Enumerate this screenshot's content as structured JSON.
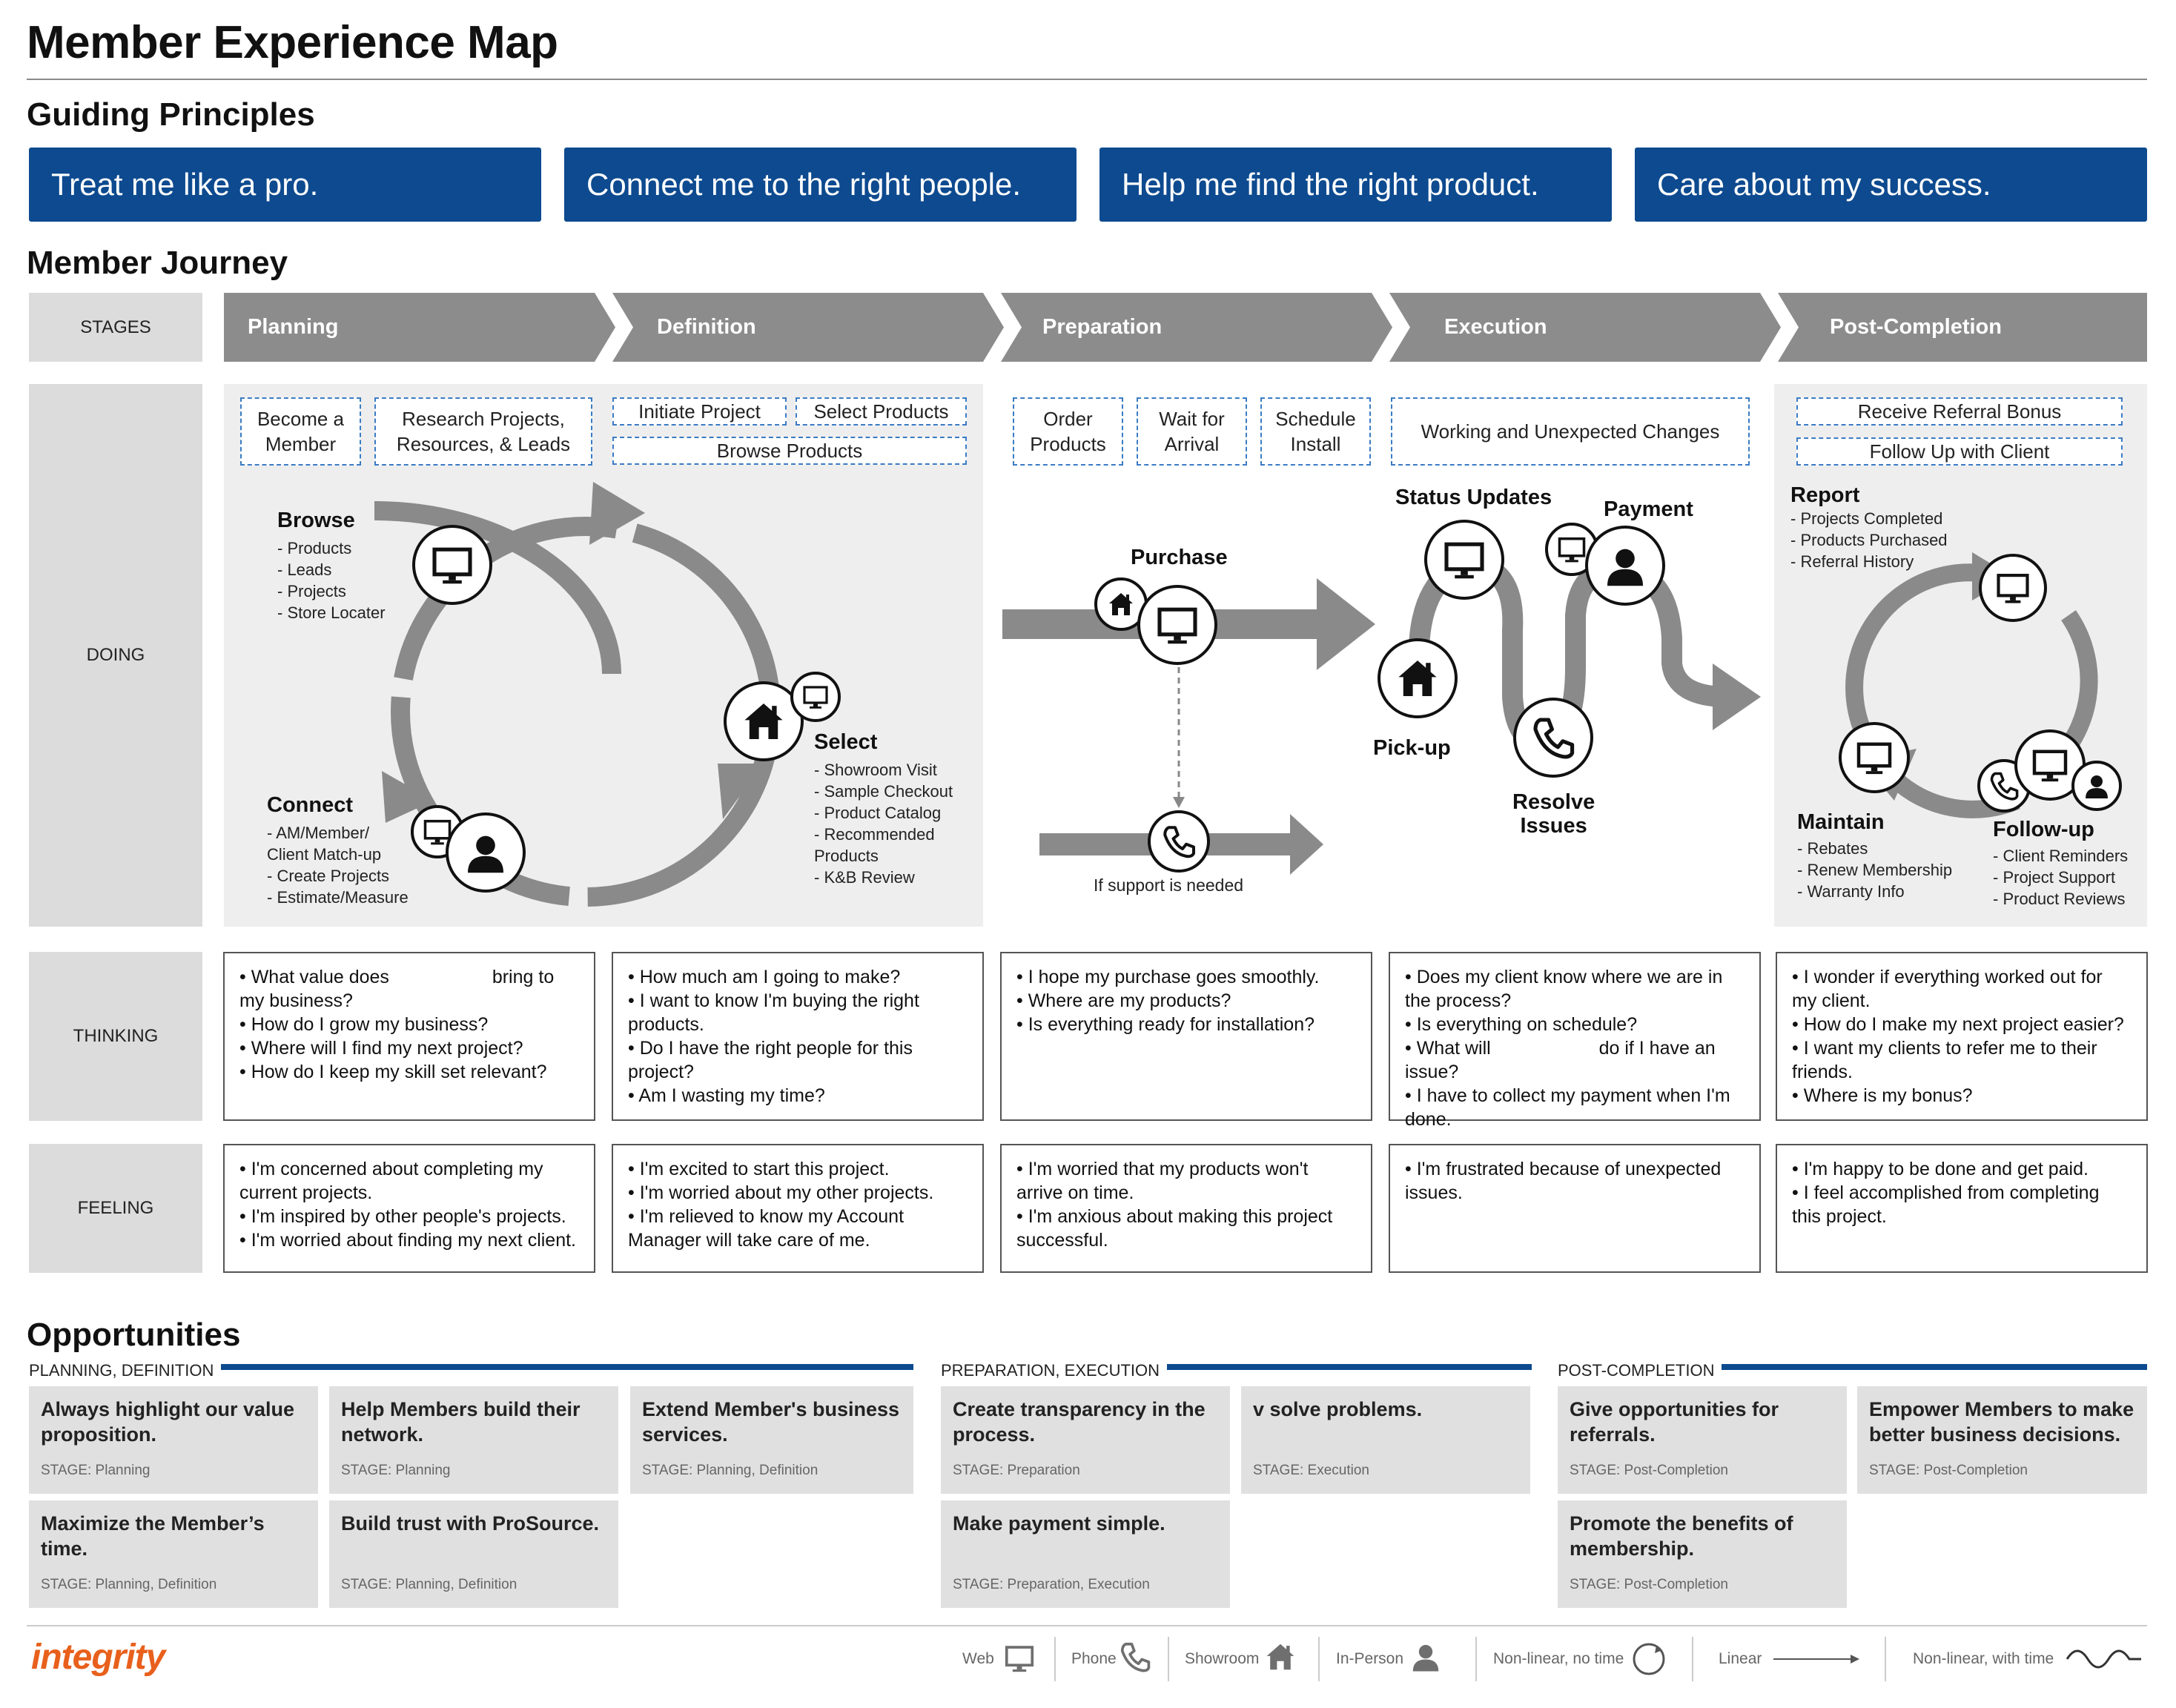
{
  "title": "Member Experience Map",
  "guiding_principles": {
    "heading": "Guiding Principles",
    "items": [
      "Treat me like a pro.",
      "Connect me to the right people.",
      "Help me find the right product.",
      "Care about my success."
    ]
  },
  "journey": {
    "heading": "Member Journey",
    "row_labels": {
      "stages": "STAGES",
      "doing": "DOING",
      "thinking": "THINKING",
      "feeling": "FEELING"
    },
    "stages": [
      "Planning",
      "Definition",
      "Preparation",
      "Execution",
      "Post-Completion"
    ],
    "doing_boxes": {
      "become_member": "Become a\nMember",
      "research": "Research Projects,\nResources, & Leads",
      "initiate": "Initiate Project",
      "select_products": "Select Products",
      "browse_products": "Browse Products",
      "order": "Order\nProducts",
      "wait": "Wait for\nArrival",
      "schedule": "Schedule\nInstall",
      "working": "Working and Unexpected Changes",
      "referral": "Receive Referral Bonus",
      "follow_up_client": "Follow Up with Client"
    },
    "planning_cycle": {
      "browse": {
        "title": "Browse",
        "items": [
          "- Products",
          "- Leads",
          "- Projects",
          "- Store Locater"
        ]
      },
      "select": {
        "title": "Select",
        "items": [
          "- Showroom Visit",
          "- Sample Checkout",
          "- Product Catalog",
          "- Recommended",
          "Products",
          "- K&B Review"
        ]
      },
      "connect": {
        "title": "Connect",
        "items": [
          "- AM/Member/",
          "Client Match-up",
          "- Create Projects",
          "- Estimate/Measure"
        ]
      }
    },
    "preparation": {
      "purchase": "Purchase",
      "support": "If support is needed"
    },
    "execution": {
      "status": "Status Updates",
      "payment": "Payment",
      "pickup": "Pick-up",
      "resolve": "Resolve\nIssues"
    },
    "post": {
      "report": {
        "title": "Report",
        "items": [
          "- Projects Completed",
          "- Products Purchased",
          "- Referral History"
        ]
      },
      "maintain": {
        "title": "Maintain",
        "items": [
          "- Rebates",
          "- Renew Membership",
          "- Warranty Info"
        ]
      },
      "followup": {
        "title": "Follow-up",
        "items": [
          "- Client Reminders",
          "- Project Support",
          "- Product Reviews"
        ]
      }
    },
    "thinking": [
      [
        "• What value does                    bring to my business?",
        "• How do I grow my business?",
        "• Where will I find my next project?",
        "• How do I keep my skill set relevant?"
      ],
      [
        "• How much am I going to make?",
        "• I want to know I'm buying the right products.",
        "• Do I have the right people for this project?",
        "• Am I wasting my time?"
      ],
      [
        "• I hope my purchase goes smoothly.",
        "• Where are my products?",
        "• Is everything ready for installation?"
      ],
      [
        "• Does my client know where we are in the process?",
        "• Is everything on schedule?",
        "• What will                     do if I have an issue?",
        "• I have to collect my payment when I'm done."
      ],
      [
        "• I wonder if everything worked out for my client.",
        "• How do I make my next project easier?",
        "• I want my clients to refer me to their friends.",
        "• Where is my bonus?"
      ]
    ],
    "feeling": [
      [
        "• I'm concerned about completing my current projects.",
        "• I'm inspired by other people's projects.",
        "• I'm worried about finding my next client."
      ],
      [
        "• I'm excited to start this project.",
        "• I'm worried about my other projects.",
        "• I'm relieved to know my Account Manager will take care of me."
      ],
      [
        "• I'm worried that my products won't arrive on time.",
        "• I'm anxious about making this project successful."
      ],
      [
        "• I'm frustrated because of unexpected issues."
      ],
      [
        "• I'm happy to be done and get paid.",
        "• I feel accomplished from completing this project."
      ]
    ]
  },
  "opportunities": {
    "heading": "Opportunities",
    "groups": [
      "PLANNING, DEFINITION",
      "PREPARATION, EXECUTION",
      "POST-COMPLETION"
    ],
    "cards": [
      {
        "title": "Always highlight our value proposition.",
        "stage": "STAGE: Planning"
      },
      {
        "title": "Help Members build their network.",
        "stage": "STAGE: Planning"
      },
      {
        "title": "Extend Member's business services.",
        "stage": "STAGE: Planning, Definition"
      },
      {
        "title": "Maximize the Member’s time.",
        "stage": "STAGE: Planning, Definition"
      },
      {
        "title": "Build trust with ProSource.",
        "stage": "STAGE: Planning, Definition"
      },
      {
        "title": "Create transparency in the process.",
        "stage": "STAGE: Preparation"
      },
      {
        "title": "v solve problems.",
        "stage": "STAGE: Execution"
      },
      {
        "title": "Make payment simple.",
        "stage": "STAGE: Preparation, Execution"
      },
      {
        "title": "Give opportunities for referrals.",
        "stage": "STAGE: Post-Completion"
      },
      {
        "title": "Empower Members to make better business decisions.",
        "stage": "STAGE: Post-Completion"
      },
      {
        "title": "Promote the benefits of membership.",
        "stage": "STAGE: Post-Completion"
      }
    ]
  },
  "footer": {
    "logo": "integrity",
    "logo_color": "#e8601c",
    "legend": [
      "Web",
      "Phone",
      "Showroom",
      "In-Person",
      "Non-linear, no time",
      "Linear",
      "Non-linear, with time"
    ]
  },
  "colors": {
    "brand_blue": "#0d4a8f",
    "stage_gray": "#8c8c8c",
    "panel_gray": "#eeeeee",
    "arrow_gray": "#8a8a8a"
  }
}
